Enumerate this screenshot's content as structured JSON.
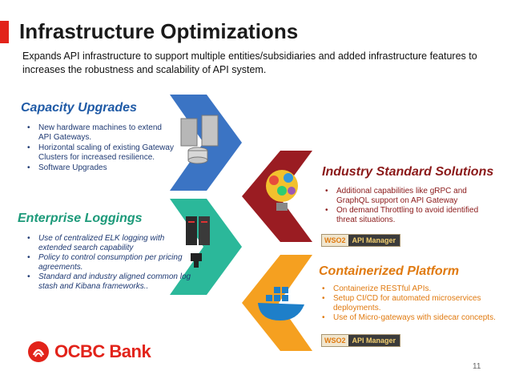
{
  "slide": {
    "title": "Infrastructure Optimizations",
    "subtitle": "Expands API infrastructure to support multiple entities/subsidiaries and added infrastructure features to increases the robustness and scalability of API system.",
    "page_number": "11"
  },
  "capacity": {
    "heading": "Capacity Upgrades",
    "items": [
      "New hardware machines to extend API Gateways.",
      "Horizontal scaling of existing Gateway Clusters for increased resilience.",
      "Software Upgrades"
    ]
  },
  "enterprise": {
    "heading": "Enterprise Loggings",
    "items": [
      "Use of centralized ELK logging with extended search capability",
      "Policy to control consumption per pricing agreements.",
      "Standard and industry aligned common log stash and Kibana frameworks.."
    ]
  },
  "industry": {
    "heading": "Industry Standard Solutions",
    "items": [
      "Additional capabilities like gRPC and GraphQL support on API Gateway",
      "On demand Throttling to avoid identified threat situations."
    ],
    "badge_wso": "WSO2",
    "badge_label": "API Manager"
  },
  "container": {
    "heading": "Containerized Platform",
    "items": [
      "Containerize RESTful APIs.",
      "Setup CI/CD for automated microservices deployments.",
      "Use of Micro-gateways with sidecar concepts."
    ],
    "badge_wso": "WSO2",
    "badge_label": "API Manager"
  },
  "logo": {
    "text": "OCBC Bank"
  },
  "colors": {
    "brand_red": "#e2231a",
    "capacity_blue": "#3b74c4",
    "enterprise_teal": "#2bb89a",
    "industry_maroon": "#9a1c22",
    "container_orange": "#f5a020"
  },
  "icons": {
    "capacity": "server-icon",
    "enterprise": "server-rack-icon",
    "industry": "lightbulb-icon",
    "container": "docker-whale-icon"
  }
}
